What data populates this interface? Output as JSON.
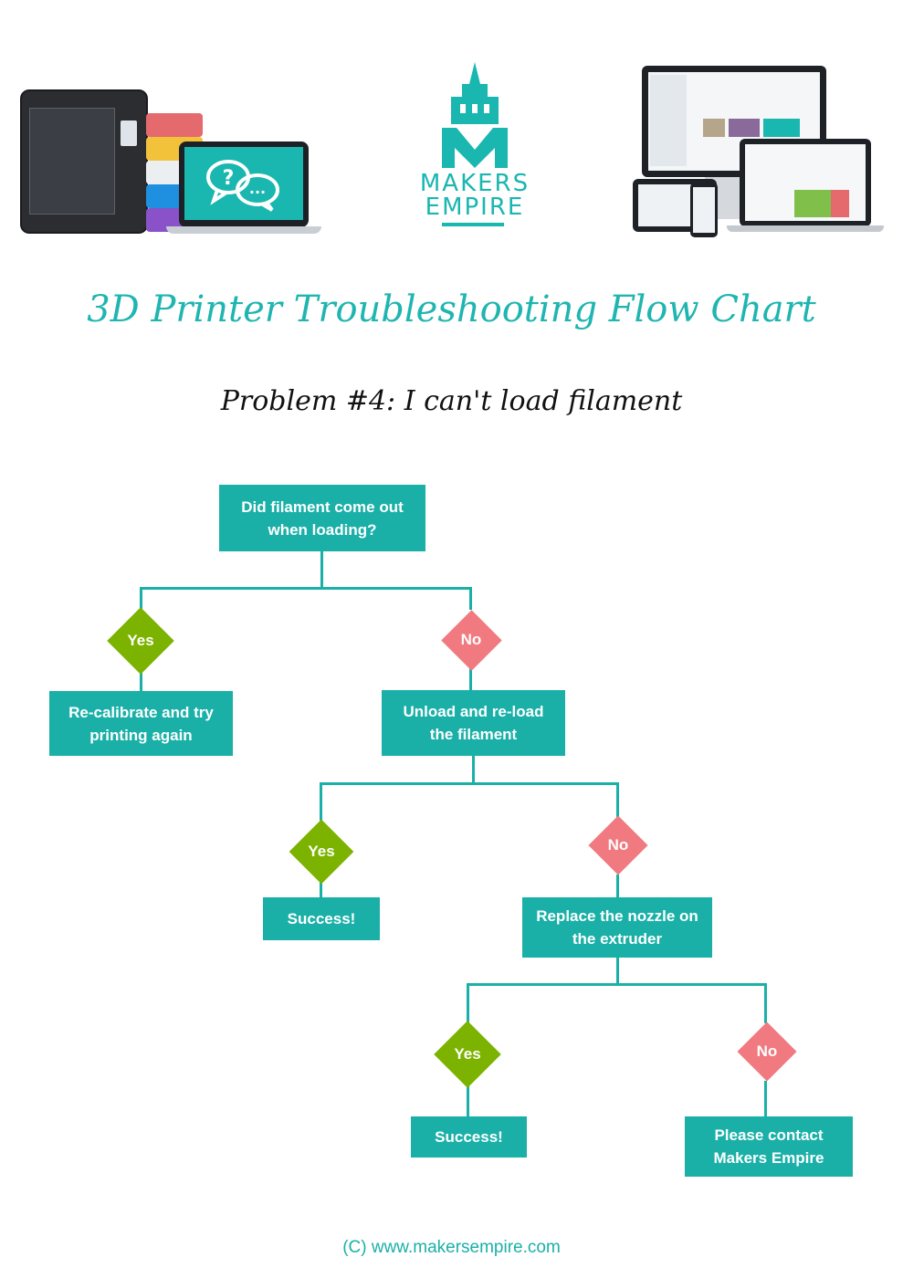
{
  "header": {
    "brand_line1": "MAKERS",
    "brand_line2": "EMPIRE",
    "title": "3D Printer Troubleshooting Flow Chart",
    "subtitle": "Problem #4: I can't load filament",
    "question_glyph": "?",
    "dots_glyph": "..."
  },
  "colors": {
    "teal": "#1ab0a8",
    "yes_green": "#7bb300",
    "no_pink": "#f07a80"
  },
  "flow": {
    "start": "Did filament come out\nwhen loading?",
    "yes1": "Yes",
    "no1": "No",
    "recalibrate": "Re-calibrate and try\nprinting again",
    "reload": "Unload and re-load\nthe filament",
    "yes2": "Yes",
    "no2": "No",
    "success1": "Success!",
    "replace": "Replace the nozzle on\nthe extruder",
    "yes3": "Yes",
    "no3": "No",
    "success2": "Success!",
    "contact": "Please contact\nMakers Empire"
  },
  "footer": {
    "copyright": "(C) www.makersempire.com"
  }
}
